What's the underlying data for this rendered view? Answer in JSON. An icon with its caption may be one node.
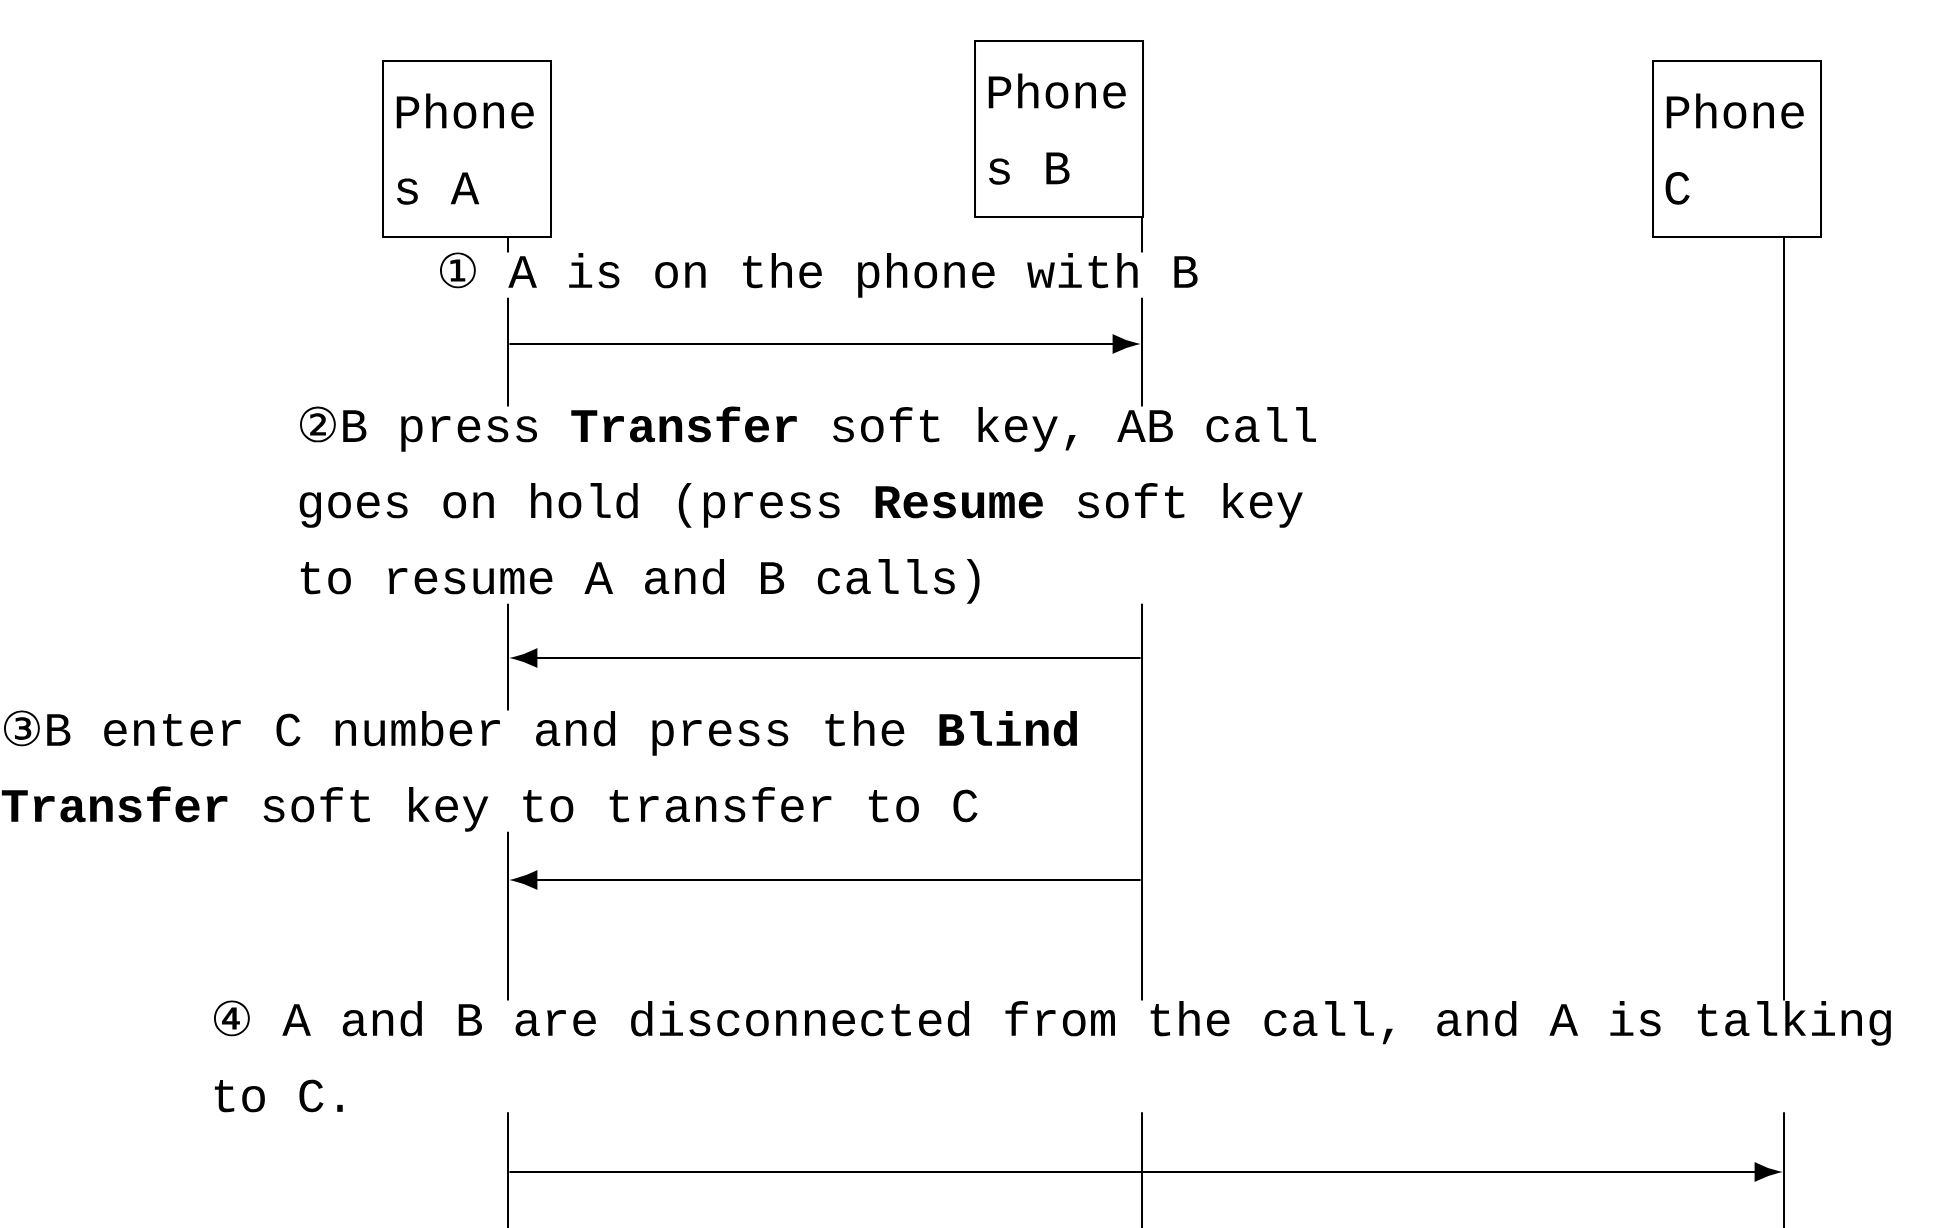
{
  "diagram": {
    "nodes": [
      {
        "text": [
          "Phone s A"
        ]
      },
      {
        "text": [
          "Phone s B"
        ]
      },
      {
        "text": [
          "Phone C"
        ]
      },
      {
        "text": [],
        "shape": "line"
      },
      {
        "text": [],
        "shape": "line"
      },
      {
        "text": [],
        "shape": "line"
      }
    ],
    "edges": [
      {
        "from": 3,
        "to": 4,
        "arrow": "to",
        "label": "① A is on the phone with B"
      },
      {
        "from": 4,
        "to": 3,
        "arrow": "to",
        "label": "②B press **Transfer** soft key, AB call goes on hold (press **Resume** soft key to resume A and B calls)"
      },
      {
        "from": 4,
        "to": 3,
        "arrow": "to",
        "label": "③B enter C number and press the **Blind Transfer** soft key to transfer to C"
      },
      {
        "from": 3,
        "to": 5,
        "arrow": "to",
        "label": "④ A and B are disconnected from the call, and A is talking to C."
      }
    ]
  }
}
